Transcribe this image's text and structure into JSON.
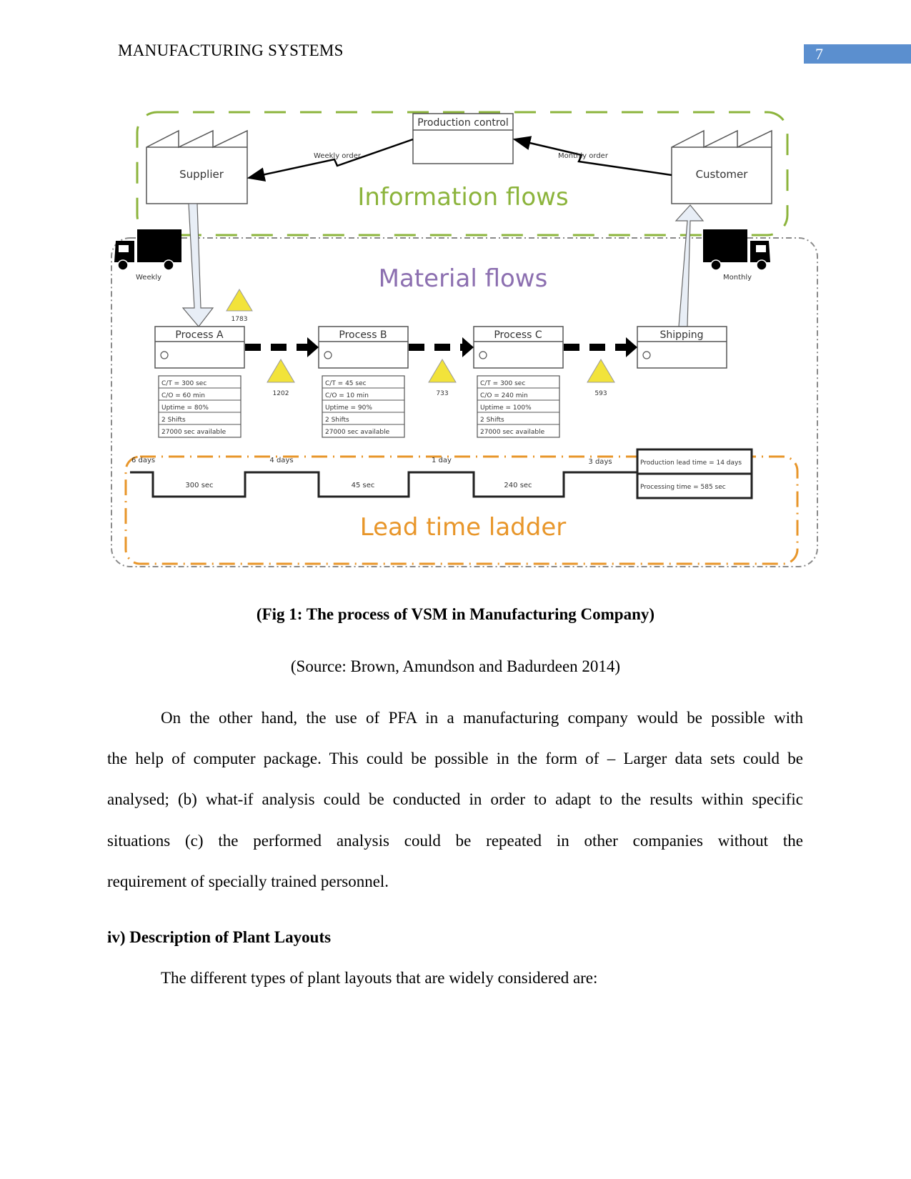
{
  "header": {
    "running_title": "MANUFACTURING SYSTEMS",
    "page_number": "7",
    "accent_color": "#5b8fcf"
  },
  "figure": {
    "info_label": "Information flows",
    "material_label": "Material flows",
    "ladder_label": "Lead time ladder",
    "production_control": "Production control",
    "supplier": "Supplier",
    "customer": "Customer",
    "weekly_order": "Weekly order",
    "monthly_order": "Monthly order",
    "truck_left_label": "Weekly",
    "truck_right_label": "Monthly",
    "inventory": [
      "1783",
      "1202",
      "733",
      "593"
    ],
    "processes": [
      {
        "name": "Process A",
        "data": [
          "C/T = 300 sec",
          "C/O = 60 min",
          "Uptime = 80%",
          "2 Shifts",
          "27000 sec available"
        ]
      },
      {
        "name": "Process B",
        "data": [
          "C/T = 45 sec",
          "C/O = 10 min",
          "Uptime = 90%",
          "2 Shifts",
          "27000 sec available"
        ]
      },
      {
        "name": "Process C",
        "data": [
          "C/T = 300 sec",
          "C/O = 240 min",
          "Uptime = 100%",
          "2 Shifts",
          "27000 sec available"
        ]
      }
    ],
    "shipping": "Shipping",
    "ladder_days": [
      "6 days",
      "4 days",
      "1 day",
      "3 days"
    ],
    "ladder_times": [
      "300 sec",
      "45 sec",
      "240 sec"
    ],
    "lead_time_total": "Production lead time = 14 days",
    "processing_time_total": "Processing time = 585 sec",
    "colors": {
      "information": "#8cb43c",
      "material": "#8c6fb0",
      "ladder": "#e8962a"
    }
  },
  "caption": {
    "title": "(Fig 1: The process of VSM in Manufacturing Company)",
    "source": "(Source: Brown, Amundson and Badurdeen 2014)"
  },
  "paragraph": {
    "lines": [
      "On the other hand, the use of PFA in a manufacturing company would be possible with",
      "the help of computer package. This could be possible in the form of – Larger data sets could be",
      "analysed; (b) what-if analysis could be conducted in order to adapt to the results within specific",
      "situations (c) the performed analysis could be repeated in other companies without the",
      "requirement of specially trained personnel."
    ]
  },
  "section": {
    "heading": "iv) Description of Plant Layouts",
    "intro": "The different types of plant layouts that are widely considered are:"
  }
}
